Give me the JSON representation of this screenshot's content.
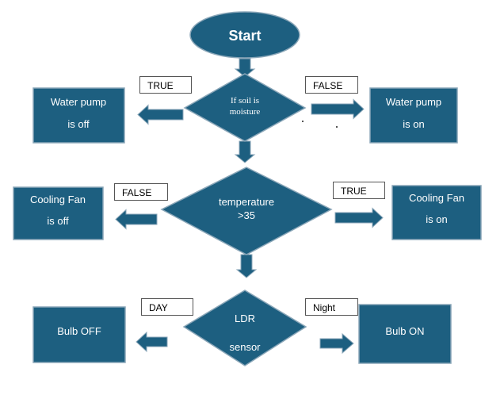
{
  "colors": {
    "fill": "#1d5f80",
    "stroke": "#8aa6b8",
    "text": "#ffffff"
  },
  "nodes": {
    "start": "Start",
    "decision1": {
      "line1": "If soil is",
      "line2": "moisture"
    },
    "decision2": {
      "line1": "temperature",
      "line2": ">35"
    },
    "decision3": {
      "line1": "LDR",
      "line2": "sensor"
    },
    "pump_off": {
      "line1": "Water pump",
      "line2": "is off"
    },
    "pump_on": {
      "line1": "Water pump",
      "line2": "is on"
    },
    "fan_off": {
      "line1": "Cooling Fan",
      "line2": "is off"
    },
    "fan_on": {
      "line1": "Cooling Fan",
      "line2": "is on"
    },
    "bulb_off": "Bulb OFF",
    "bulb_on": "Bulb ON"
  },
  "labels": {
    "d1_left": "TRUE",
    "d1_right": "FALSE",
    "d2_left": "FALSE",
    "d2_right": "TRUE",
    "d3_left": "DAY",
    "d3_right": "Night"
  },
  "arrows": [
    {
      "name": "arrow-start-to-soil",
      "direction": "down"
    },
    {
      "name": "arrow-soil-to-temperature",
      "direction": "down"
    },
    {
      "name": "arrow-temperature-to-ldr",
      "direction": "down"
    },
    {
      "name": "arrow-soil-true",
      "direction": "left"
    },
    {
      "name": "arrow-soil-false",
      "direction": "right"
    },
    {
      "name": "arrow-temperature-false",
      "direction": "left"
    },
    {
      "name": "arrow-temperature-true",
      "direction": "right"
    },
    {
      "name": "arrow-ldr-day",
      "direction": "left"
    },
    {
      "name": "arrow-ldr-night",
      "direction": "right"
    }
  ]
}
